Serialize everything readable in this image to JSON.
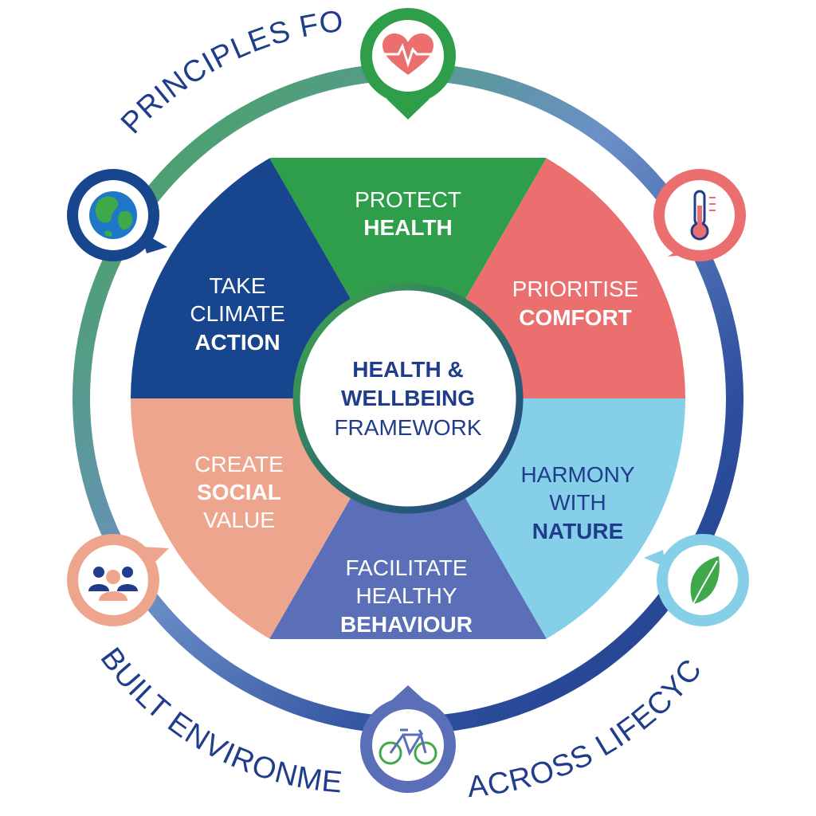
{
  "segments": {
    "protect": {
      "line1": "PROTECT",
      "line2": "HEALTH"
    },
    "comfort": {
      "line1": "PRIORITISE",
      "line2": "COMFORT"
    },
    "nature": {
      "line1": "HARMONY",
      "line2": "WITH",
      "line3": "NATURE"
    },
    "behaviour": {
      "line1": "FACILITATE",
      "line2": "HEALTHY",
      "line3": "BEHAVIOUR"
    },
    "social": {
      "line1": "CREATE",
      "line2": "SOCIAL",
      "line3": "VALUE"
    },
    "climate": {
      "line1": "TAKE",
      "line2": "CLIMATE",
      "line3": "ACTION"
    }
  },
  "center": {
    "line1": "HEALTH &",
    "line2": "WELLBEING",
    "line3": "FRAMEWORK"
  },
  "ring": {
    "label_top": "PRINCIPLES FOR",
    "label_bottom_left": "BUILT ENVIRONMENT",
    "label_bottom_right": "ACROSS LIFECYCLE"
  },
  "icons": [
    "heart-pulse-icon",
    "thermometer-icon",
    "leaf-icon",
    "bicycle-icon",
    "people-icon",
    "globe-icon"
  ],
  "colors": {
    "green": "#2e9e4a",
    "coral": "#ec6f6f",
    "light_blue": "#86cfe8",
    "periwinkle": "#5b6fb9",
    "peach": "#eea58e",
    "navy": "#17468f",
    "dark_blue": "#1f3d8a"
  }
}
